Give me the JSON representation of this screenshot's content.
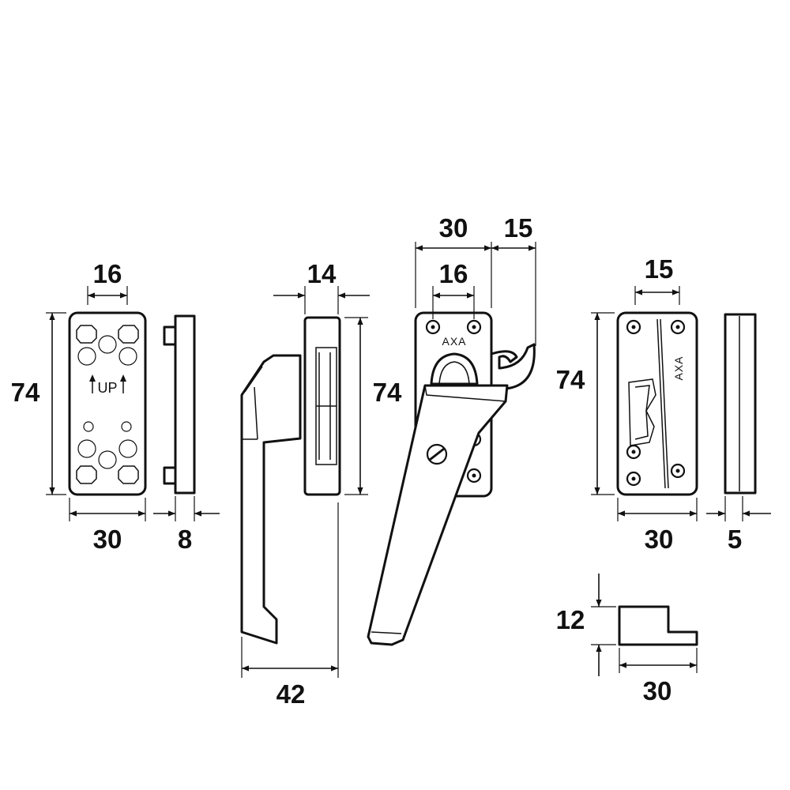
{
  "dimensions": {
    "backplate_height": "74",
    "backplate_hole_spacing": "16",
    "backplate_width": "30",
    "backplate_depth": "8",
    "handle_base_depth": "14",
    "handle_height": "74",
    "handle_length": "42",
    "handle_front_width": "30",
    "hook_projection": "15",
    "handle_hole_spacing": "16",
    "keeper_hole_spacing": "15",
    "keeper_height": "74",
    "keeper_width": "30",
    "keeper_depth": "5",
    "wedge_height": "12",
    "wedge_width": "30"
  },
  "labels": {
    "up_mark": "UP",
    "brand_handle": "AXA",
    "brand_keeper": "AXA"
  },
  "colors": {
    "line": "#111111",
    "background": "#ffffff"
  },
  "icons": {
    "up_arrows": "up-arrow-icon",
    "screw_heads": "screw-icon"
  }
}
